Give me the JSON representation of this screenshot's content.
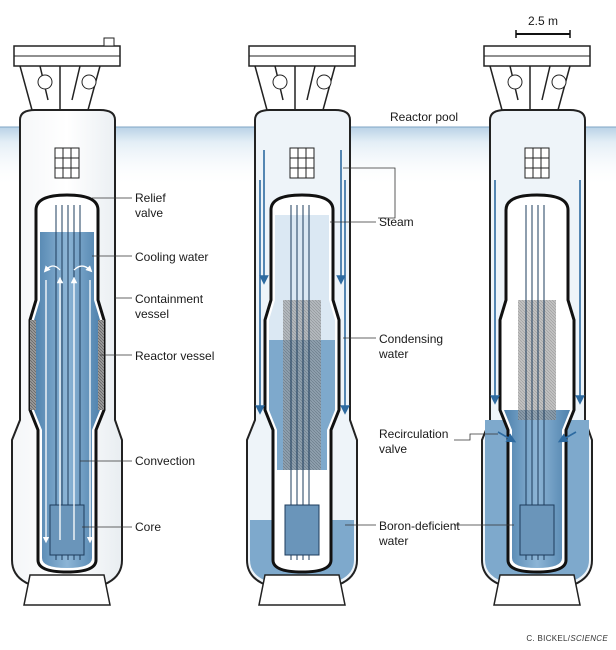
{
  "scale_bar": {
    "label": "2.5 m"
  },
  "pool": {
    "label": "Reactor pool"
  },
  "labels": {
    "relief_valve": [
      "Relief",
      "valve"
    ],
    "cooling_water": [
      "Cooling water"
    ],
    "containment_vessel": [
      "Containment",
      "vessel"
    ],
    "reactor_vessel": [
      "Reactor vessel"
    ],
    "convection": [
      "Convection"
    ],
    "core": [
      "Core"
    ],
    "steam": [
      "Steam"
    ],
    "condensing_water": [
      "Condensing",
      "water"
    ],
    "recirculation_valve": [
      "Recirculation",
      "valve"
    ],
    "boron_deficient_water": [
      "Boron-deficient",
      "water"
    ]
  },
  "credit": {
    "author": "C. BICKEL/",
    "source": "SCIENCE"
  },
  "colors": {
    "pool": "#c9dcec",
    "pool_line": "#7fa6c6",
    "water": "#7ea9cc",
    "water_dark": "#4f82ad",
    "steel": "#222222",
    "arrow": "#2d6aa0"
  }
}
